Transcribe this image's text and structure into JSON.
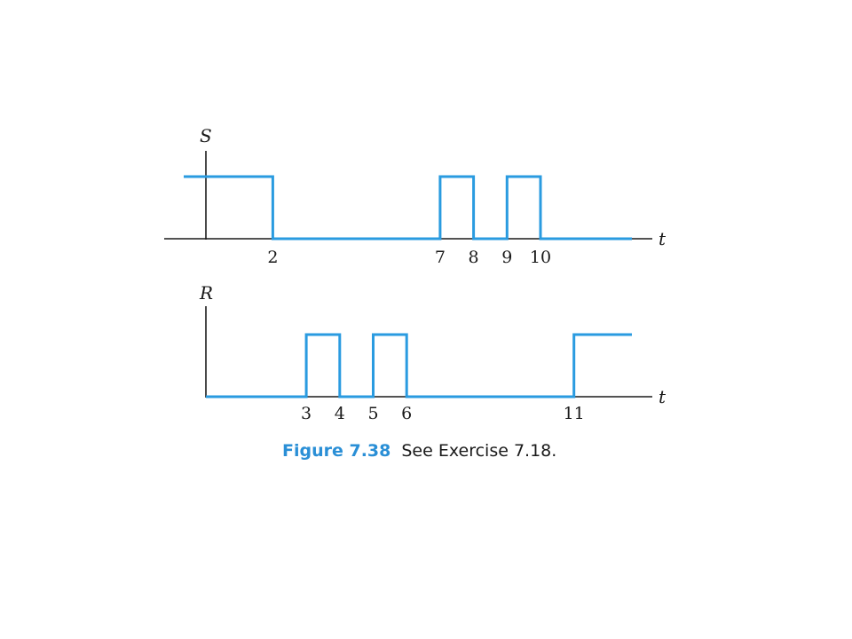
{
  "colors": {
    "signal": "#2a9be0",
    "axis": "#1a1a1a",
    "caption_label": "#2a8fd6"
  },
  "chart_data": [
    {
      "type": "line",
      "name": "S",
      "y_axis_label": "S",
      "x_axis_label": "t",
      "tick_labels": [
        "2",
        "7",
        "8",
        "9",
        "10"
      ],
      "tick_values": [
        2,
        7,
        8,
        9,
        10
      ],
      "initial_level": 1,
      "transitions": [
        {
          "t": 2,
          "level": 0
        },
        {
          "t": 7,
          "level": 1
        },
        {
          "t": 8,
          "level": 0
        },
        {
          "t": 9,
          "level": 1
        },
        {
          "t": 10,
          "level": 0
        }
      ],
      "final_level": 0
    },
    {
      "type": "line",
      "name": "R",
      "y_axis_label": "R",
      "x_axis_label": "t",
      "tick_labels": [
        "3",
        "4",
        "5",
        "6",
        "11"
      ],
      "tick_values": [
        3,
        4,
        5,
        6,
        11
      ],
      "initial_level": 0,
      "transitions": [
        {
          "t": 3,
          "level": 1
        },
        {
          "t": 4,
          "level": 0
        },
        {
          "t": 5,
          "level": 1
        },
        {
          "t": 6,
          "level": 0
        },
        {
          "t": 11,
          "level": 1
        }
      ],
      "final_level": 1
    }
  ],
  "caption": {
    "label": "Figure 7.38",
    "text": "See Exercise 7.18."
  }
}
